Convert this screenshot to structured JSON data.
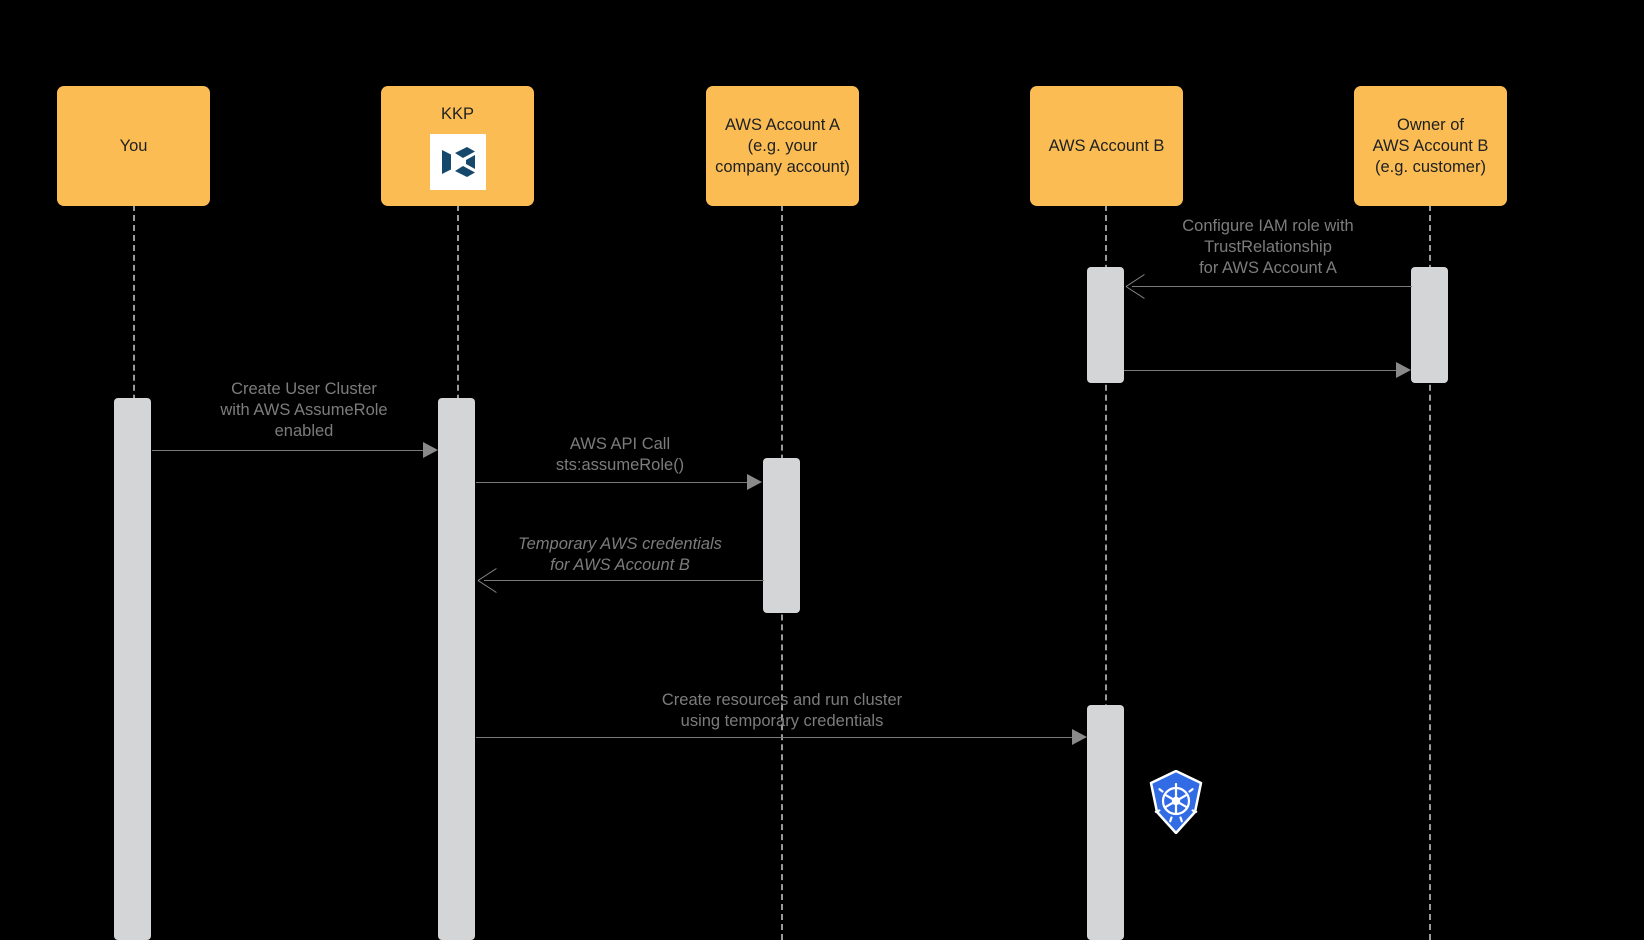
{
  "diagram": {
    "title": "AWS AssumeRole sequence diagram",
    "type": "sequence-diagram",
    "background_color": "#000000",
    "participant_color": "#FBBD53",
    "activation_color": "#D3D5D7",
    "line_color": "#8a8a8a",
    "text_color": "#7c7c7c"
  },
  "participants": [
    {
      "id": "you",
      "label": "You",
      "logo": "none"
    },
    {
      "id": "kkp",
      "label": "KKP",
      "logo": "kkp-logo"
    },
    {
      "id": "account_a",
      "label": "AWS Account A\n(e.g. your\ncompany account)",
      "logo": "none"
    },
    {
      "id": "account_b",
      "label": "AWS Account B",
      "logo": "none"
    },
    {
      "id": "owner_b",
      "label": "Owner of\nAWS Account B\n(e.g. customer)",
      "logo": "none"
    }
  ],
  "messages": [
    {
      "id": "configure_iam",
      "label": "Configure IAM role with\nTrustRelationship\nfor AWS Account A",
      "from": "owner_b",
      "to": "account_b",
      "direction": "left",
      "arrowhead": "open",
      "style": "normal"
    },
    {
      "id": "configure_iam_return",
      "label": "",
      "from": "account_b",
      "to": "owner_b",
      "direction": "right",
      "arrowhead": "solid",
      "style": "normal"
    },
    {
      "id": "create_user_cluster",
      "label": "Create User Cluster\nwith AWS AssumeRole\nenabled",
      "from": "you",
      "to": "kkp",
      "direction": "right",
      "arrowhead": "solid",
      "style": "normal"
    },
    {
      "id": "aws_api_call",
      "label": "AWS API Call\nsts:assumeRole()",
      "from": "kkp",
      "to": "account_a",
      "direction": "right",
      "arrowhead": "solid",
      "style": "normal"
    },
    {
      "id": "temp_credentials",
      "label": "Temporary AWS credentials\nfor AWS Account B",
      "from": "account_a",
      "to": "kkp",
      "direction": "left",
      "arrowhead": "open",
      "style": "italic"
    },
    {
      "id": "create_resources",
      "label": "Create resources and run cluster\nusing temporary credentials",
      "from": "kkp",
      "to": "account_b",
      "direction": "right",
      "arrowhead": "solid",
      "style": "normal"
    }
  ],
  "icons": {
    "kkp": "kkp-logo",
    "kubernetes": "kubernetes-logo"
  }
}
